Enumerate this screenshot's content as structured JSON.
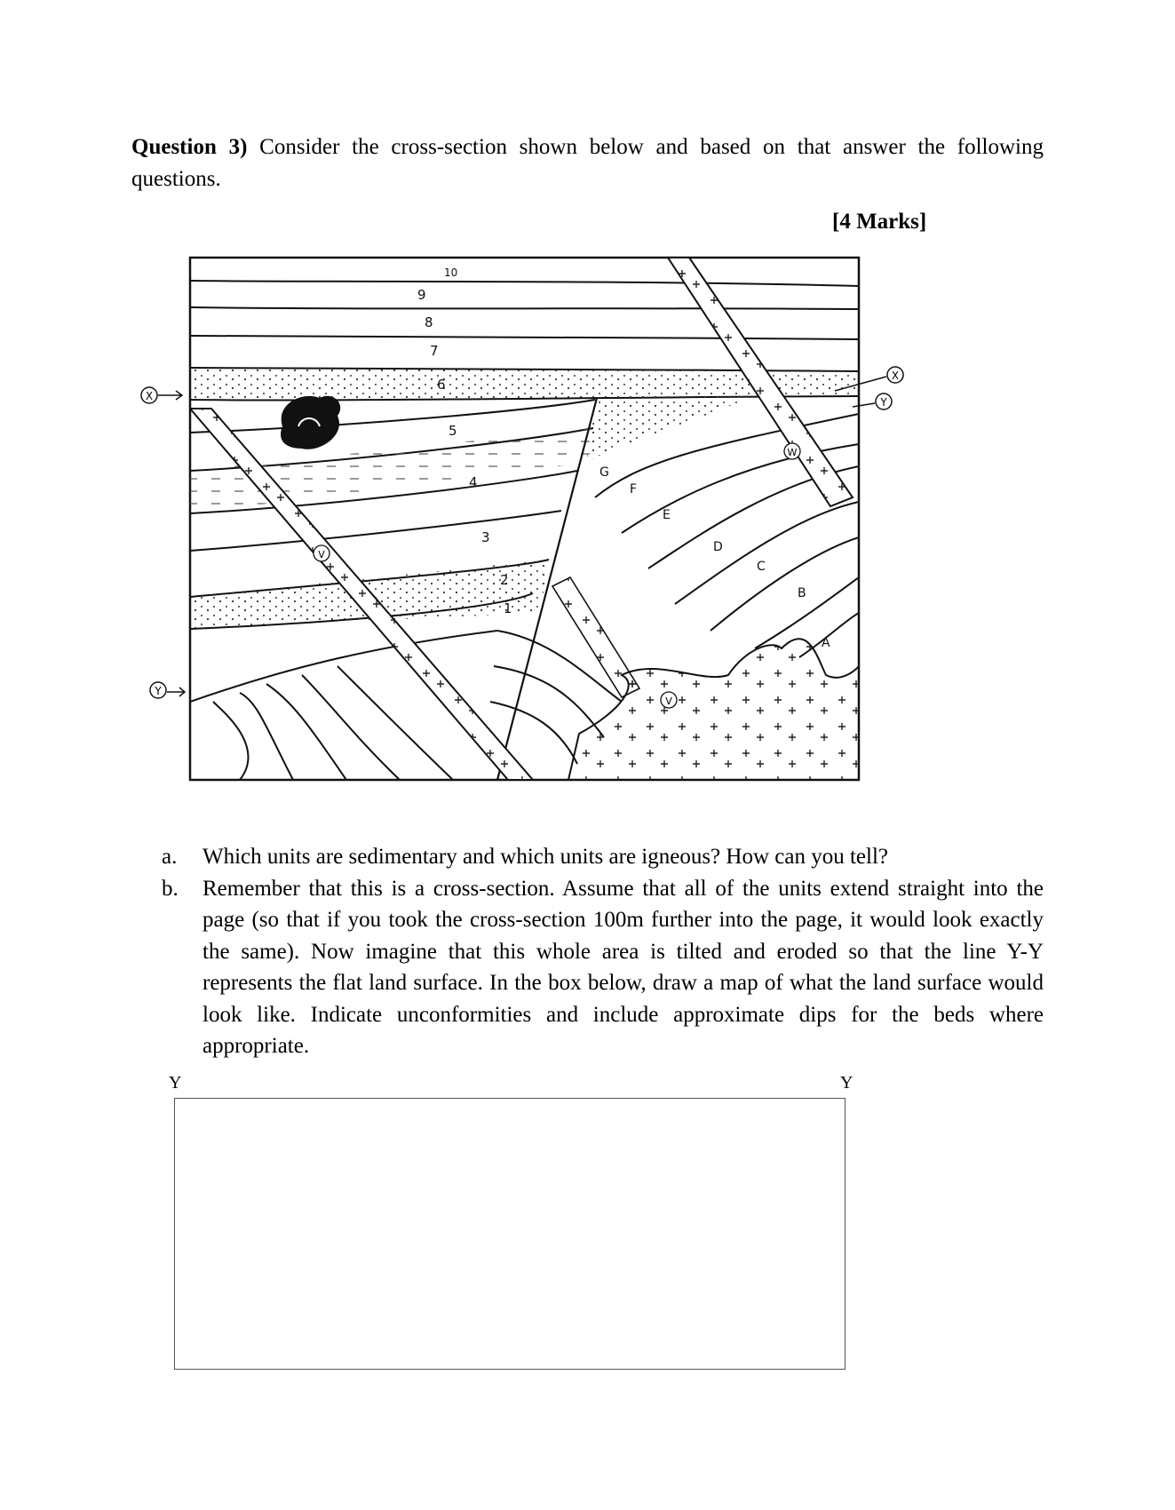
{
  "question": {
    "heading": "Question 3)",
    "text": "Consider the cross-section shown below and based on that answer the following questions.",
    "marks": "[4 Marks]"
  },
  "diagram": {
    "markers": {
      "x_left": "X",
      "x_right": "X",
      "y_left": "Y",
      "y_right": "Y",
      "v_dike": "V",
      "v_intrusion": "V",
      "w_dike": "W"
    },
    "bed_numbers": [
      "1",
      "2",
      "3",
      "4",
      "5",
      "6",
      "7",
      "8",
      "9",
      "10"
    ],
    "bed_letters": [
      "A",
      "B",
      "C",
      "D",
      "E",
      "F",
      "G"
    ]
  },
  "parts": [
    {
      "label": "a.",
      "text": "Which units are sedimentary and which units are igneous? How can you tell?"
    },
    {
      "label": "b.",
      "text": "Remember that this is a cross-section. Assume that all of the units extend straight into the page (so that if you took the cross-section 100m further into the page, it would look exactly the same). Now imagine that this whole area is tilted and eroded so that the line Y-Y represents the flat land surface. In the box below, draw a map of what the land surface would look like. Indicate unconformities and include approximate dips for the beds where appropriate."
    }
  ],
  "answer_box": {
    "left_label": "Y",
    "right_label": "Y"
  }
}
